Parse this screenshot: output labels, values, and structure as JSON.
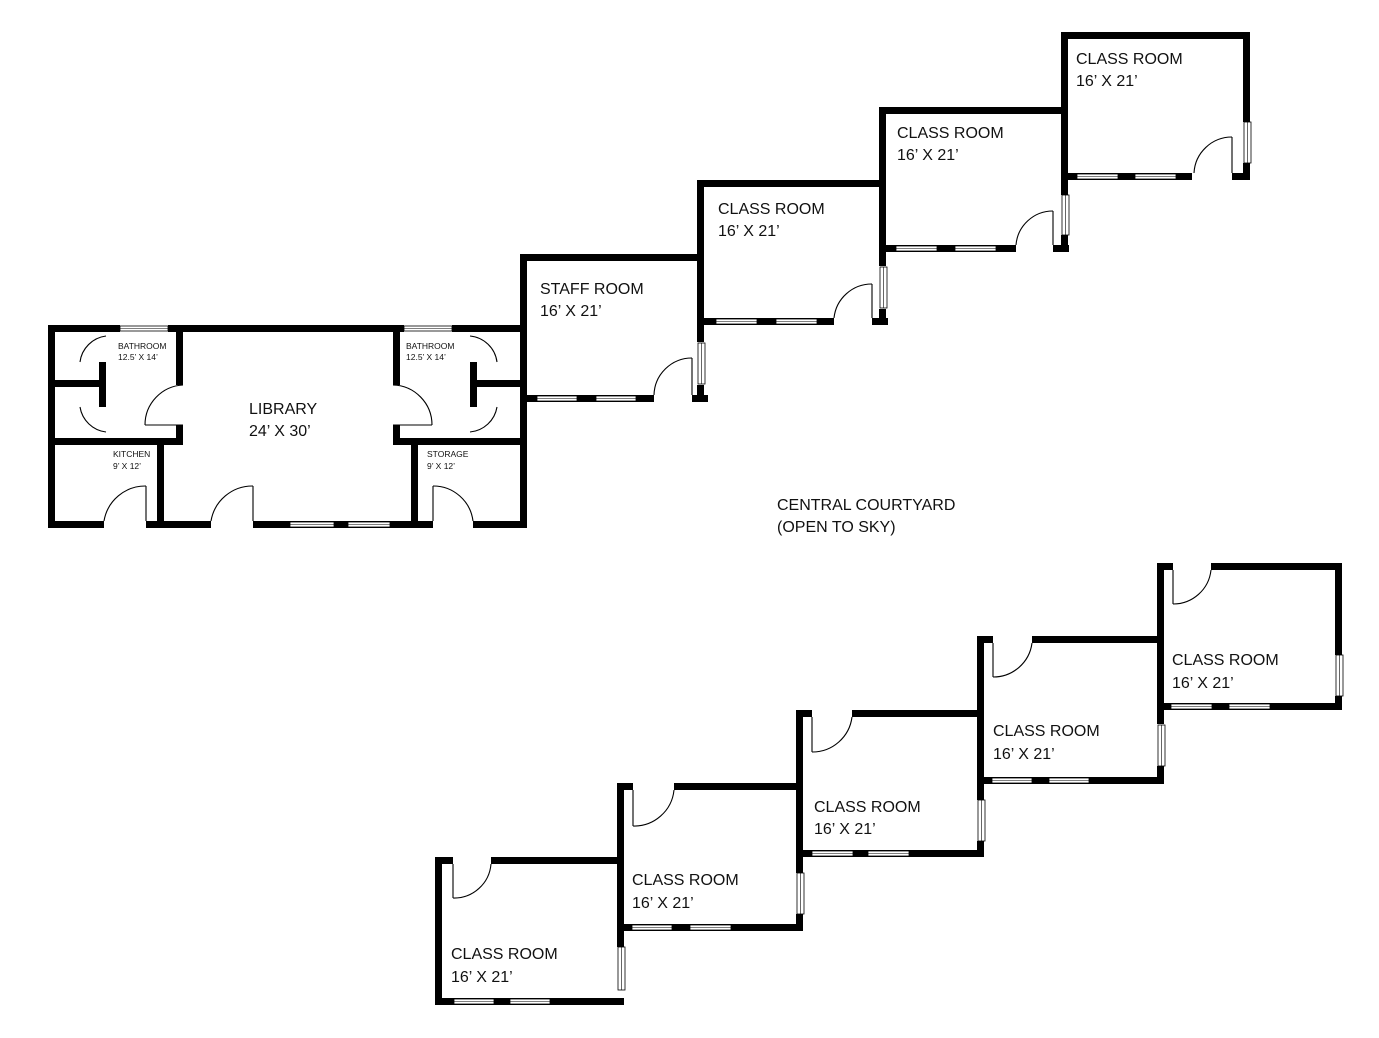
{
  "rooms": {
    "library": {
      "name": "LIBRARY",
      "size": "24’ X 30’"
    },
    "bathroom_left": {
      "name": "BATHROOM",
      "size": "12.5’ X 14’"
    },
    "bathroom_right": {
      "name": "BATHROOM",
      "size": "12.5’ X 14’"
    },
    "kitchen": {
      "name": "KITCHEN",
      "size": "9’ X 12’"
    },
    "storage": {
      "name": "STORAGE",
      "size": "9’ X 12’"
    },
    "staff_room": {
      "name": "STAFF ROOM",
      "size": "16’ X 21’"
    },
    "upper_classrooms": [
      {
        "name": "CLASS ROOM",
        "size": "16’ X 21’"
      },
      {
        "name": "CLASS ROOM",
        "size": "16’ X 21’"
      },
      {
        "name": "CLASS ROOM",
        "size": "16’ X 21’"
      }
    ],
    "lower_classrooms": [
      {
        "name": "CLASS ROOM",
        "size": "16’ X 21’"
      },
      {
        "name": "CLASS ROOM",
        "size": "16’ X 21’"
      },
      {
        "name": "CLASS ROOM",
        "size": "16’ X 21’"
      },
      {
        "name": "CLASS ROOM",
        "size": "16’ X 21’"
      },
      {
        "name": "CLASS ROOM",
        "size": "16’ X 21’"
      }
    ]
  },
  "courtyard": {
    "name": "CENTRAL COURTYARD",
    "note": "(OPEN TO SKY)"
  },
  "colors": {
    "wall": "#000000",
    "background": "#ffffff",
    "text": "#111111"
  }
}
